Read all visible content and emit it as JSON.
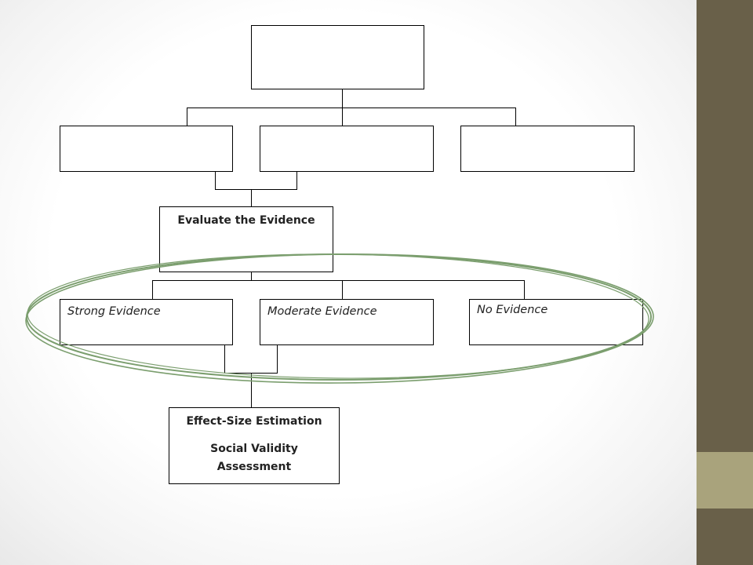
{
  "diagram": {
    "top_box": {
      "label": ""
    },
    "level2_boxes": [
      {
        "label": ""
      },
      {
        "label": ""
      },
      {
        "label": ""
      }
    ],
    "evaluate_box": {
      "label": "Evaluate the Evidence"
    },
    "evidence_boxes": [
      {
        "label": "Strong Evidence"
      },
      {
        "label": "Moderate Evidence"
      },
      {
        "label": "No Evidence"
      }
    ],
    "final_box": {
      "line1": "Effect-Size Estimation",
      "line2": "Social Validity",
      "line3": "Assessment"
    },
    "highlight_color": "#7b9e6e"
  },
  "theme": {
    "sidebar_dark": "#696049",
    "sidebar_light": "#a9a37c"
  }
}
